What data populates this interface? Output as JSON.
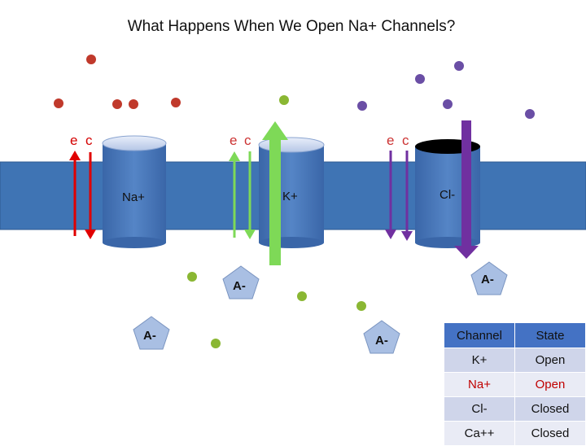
{
  "title": "What Happens When We Open Na+ Channels?",
  "labels": {
    "na": "Na+",
    "k": "K+",
    "cl": "Cl-",
    "anion": "A-"
  },
  "gradient_markers": [
    {
      "e": "e",
      "c": "c",
      "color": "#d40000"
    },
    {
      "e": "e",
      "c": "c",
      "color": "#cc3333"
    },
    {
      "e": "e",
      "c": "c",
      "color": "#cc3333"
    }
  ],
  "colors": {
    "membrane": "#3f74b4",
    "channel": "#4b7bbf",
    "na_ion": "#c0392b",
    "k_ion": "#8ab733",
    "cl_ion": "#6a4ea5",
    "na_arrow": "#e00000",
    "k_arrow": "#7ed957",
    "cl_arrow": "#7030a0",
    "anion_fill": "#a9bfe3",
    "anion_stroke": "#7a94c0"
  },
  "table": {
    "headers": [
      "Channel",
      "State"
    ],
    "rows": [
      [
        "K+",
        "Open"
      ],
      [
        "Na+",
        "Open"
      ],
      [
        "Cl-",
        "Closed"
      ],
      [
        "Ca++",
        "Closed"
      ]
    ]
  }
}
